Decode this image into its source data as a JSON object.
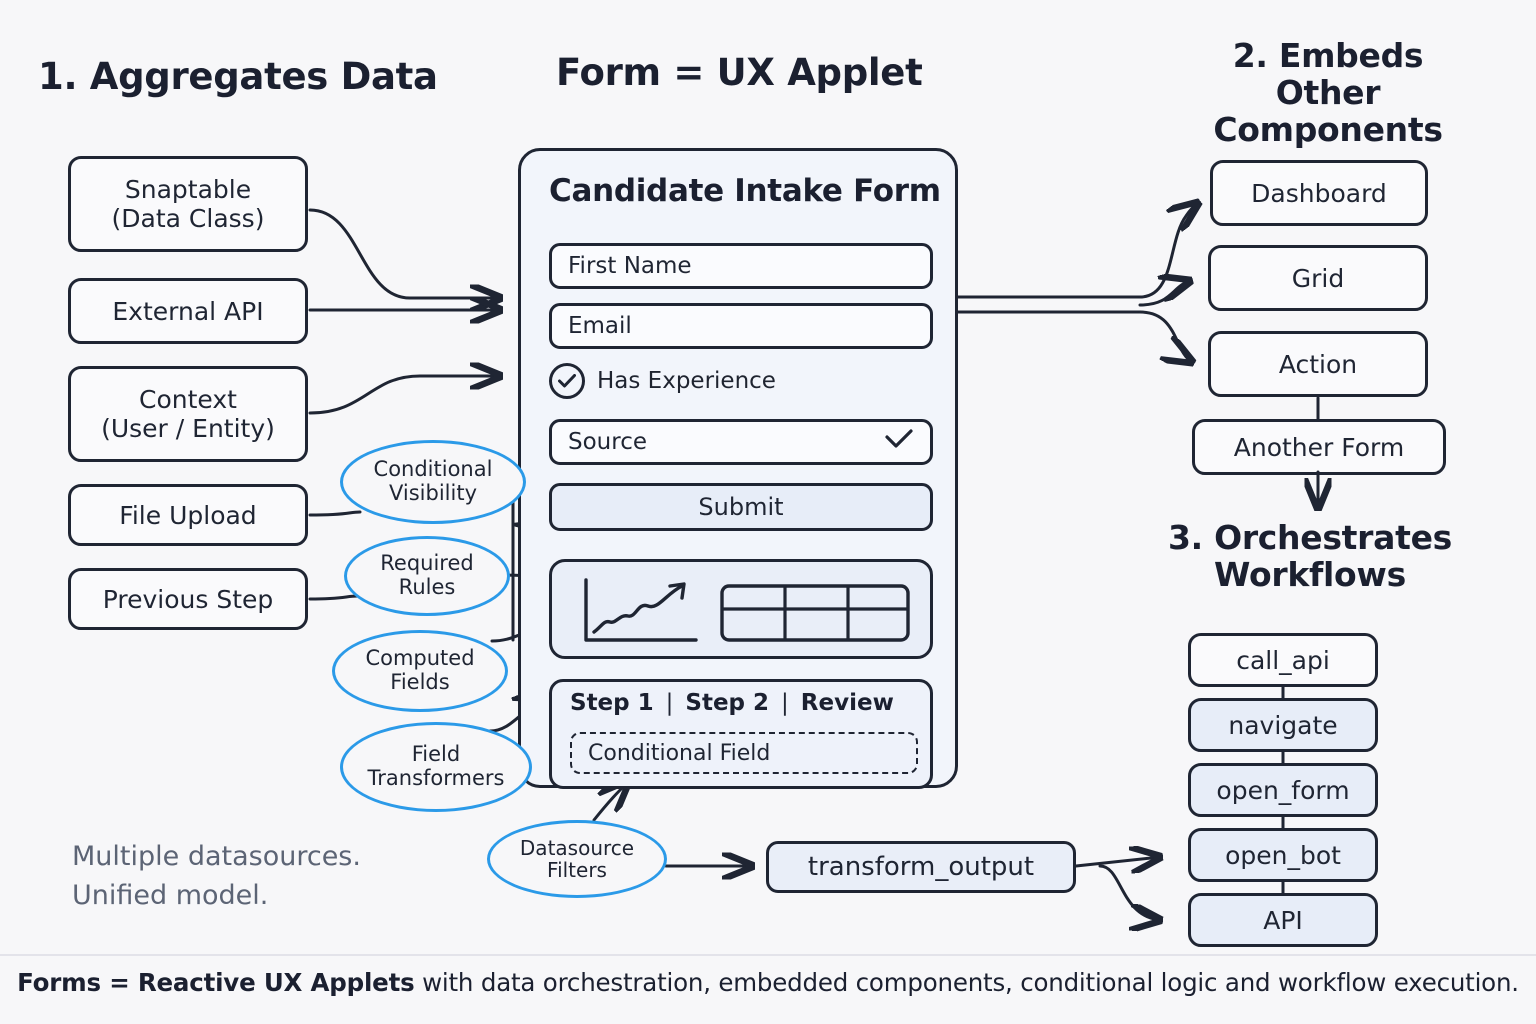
{
  "headings": {
    "aggregates": "1. Aggregates Data",
    "form": "Form = UX Applet",
    "embeds_line1": "2. Embeds",
    "embeds_line2": "Other Components",
    "orchestrates_line1": "3. Orchestrates",
    "orchestrates_line2": "Workflows"
  },
  "sources": [
    {
      "label": "Snaptable",
      "sub": "(Data Class)"
    },
    {
      "label": "External API",
      "sub": ""
    },
    {
      "label": "Context",
      "sub": "(User / Entity)"
    },
    {
      "label": "File Upload",
      "sub": ""
    },
    {
      "label": "Previous Step",
      "sub": ""
    }
  ],
  "callouts": [
    {
      "line1": "Conditional",
      "line2": "Visibility"
    },
    {
      "line1": "Required",
      "line2": "Rules"
    },
    {
      "line1": "Computed",
      "line2": "Fields"
    },
    {
      "line1": "Field",
      "line2": "Transformers"
    },
    {
      "line1": "Datasource",
      "line2": "Filters"
    }
  ],
  "form": {
    "title": "Candidate Intake Form",
    "first_name_placeholder": "First Name",
    "email_placeholder": "Email",
    "checkbox_label": "Has Experience",
    "select_value": "Source",
    "select_icon": "check-icon",
    "submit_label": "Submit",
    "embedded_icons": [
      "line-chart-icon",
      "table-grid-icon"
    ],
    "steps": [
      "Step 1",
      "Step 2",
      "Review"
    ],
    "step_separator": "|",
    "conditional_field_label": "Conditional Field"
  },
  "embeds": [
    {
      "label": "Dashboard",
      "filled": false
    },
    {
      "label": "Grid",
      "filled": false
    },
    {
      "label": "Action",
      "filled": false
    },
    {
      "label": "Another Form",
      "filled": false
    }
  ],
  "workflows": [
    {
      "label": "call_api",
      "filled": false
    },
    {
      "label": "navigate",
      "filled": true
    },
    {
      "label": "open_form",
      "filled": true
    },
    {
      "label": "open_bot",
      "filled": true
    },
    {
      "label": "API",
      "filled": true
    }
  ],
  "transform": {
    "label": "transform_output"
  },
  "notes": {
    "line1": "Multiple datasources.",
    "line2": "Unified model."
  },
  "footer": {
    "bold": "Forms = Reactive UX Applets",
    "rest": " with data orchestration, embedded components, conditional logic and workflow execution."
  },
  "colors": {
    "background": "#f7f7f9",
    "ink": "#1f2533",
    "accent_blue": "#2b9ae8",
    "panel_fill": "#f2f5fb",
    "button_fill": "#e7edf8",
    "muted_text": "#5c6475"
  }
}
